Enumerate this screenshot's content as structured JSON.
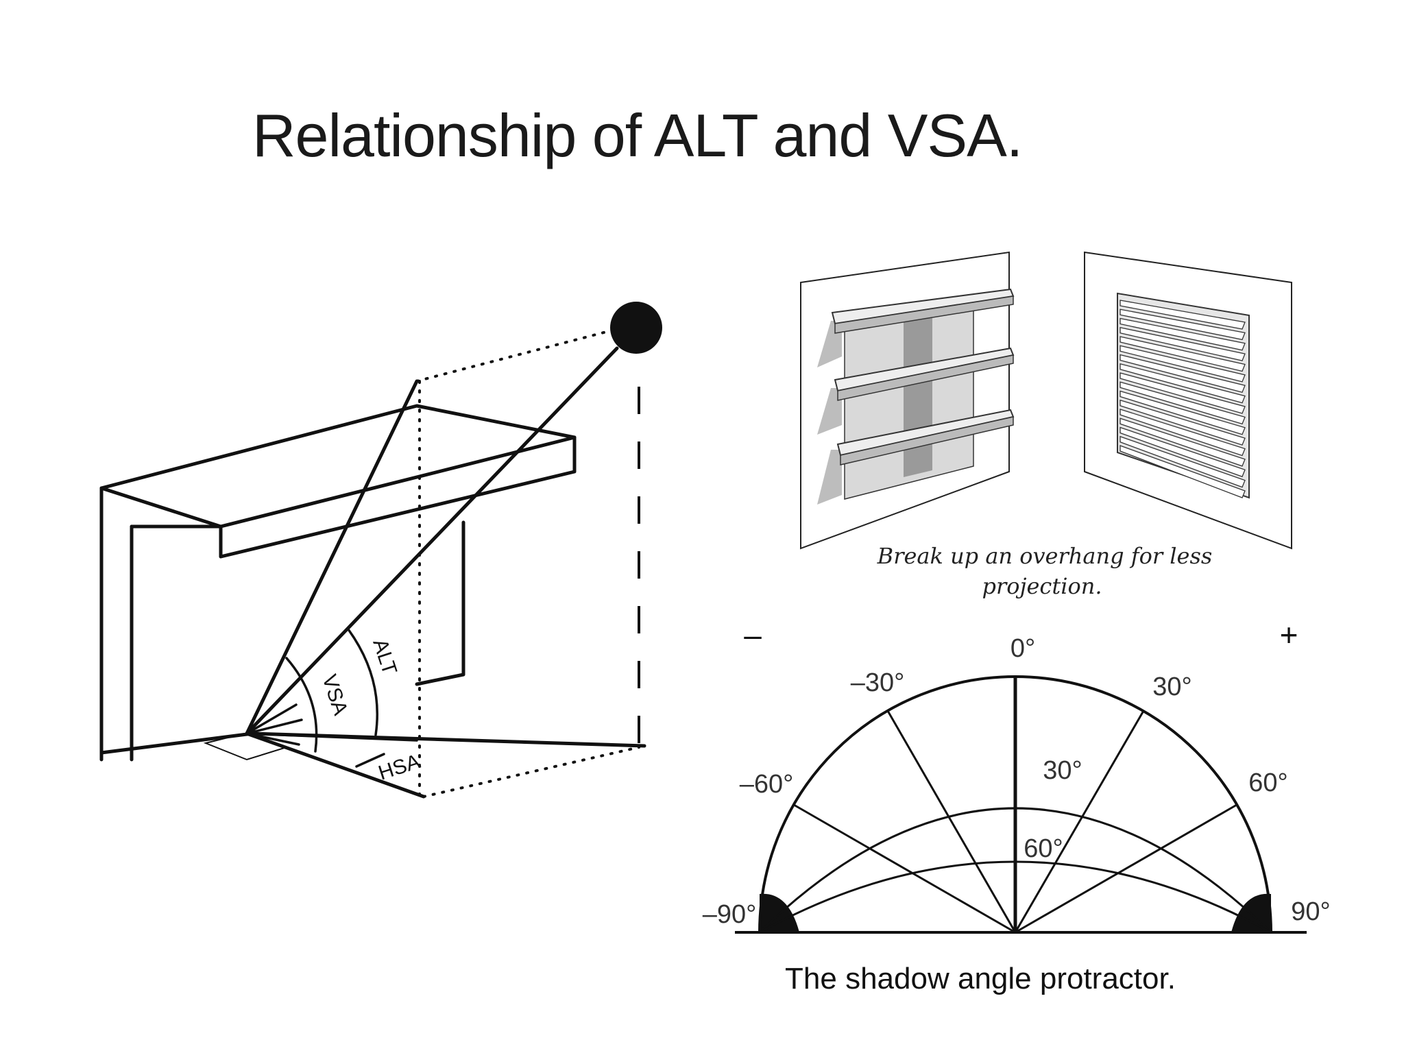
{
  "title": "Relationship of ALT and VSA.",
  "sun_diagram": {
    "labels": {
      "alt": "ALT",
      "vsa": "VSA",
      "hsa": "HSA"
    }
  },
  "overhang_illustration": {
    "caption_line1": "Break up an overhang for less",
    "caption_line2": "projection."
  },
  "protractor": {
    "sign_minus": "–",
    "sign_plus": "+",
    "radial_labels": {
      "zero": "0°",
      "neg30": "–30°",
      "pos30": "30°",
      "neg60": "–60°",
      "pos60": "60°",
      "neg90": "–90°",
      "pos90": "90°"
    },
    "arc_labels": {
      "vsa30": "30°",
      "vsa60": "60°"
    },
    "caption": "The shadow angle protractor."
  }
}
